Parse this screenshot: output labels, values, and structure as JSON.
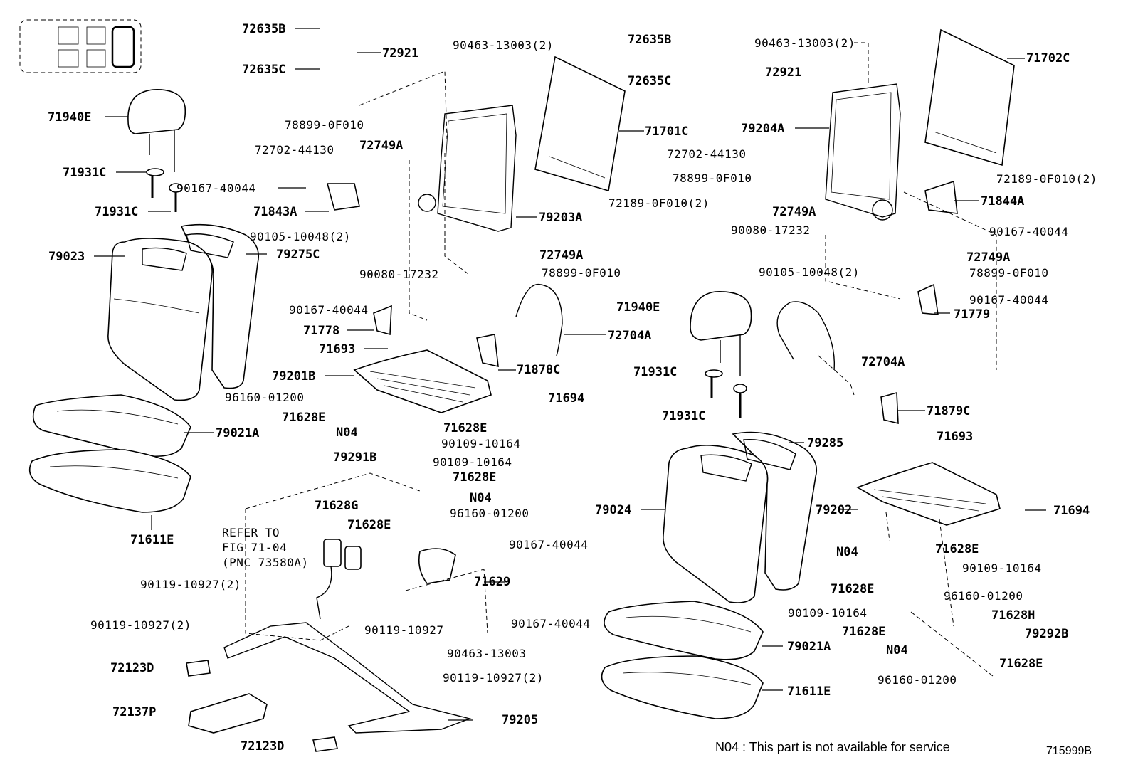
{
  "diagram": {
    "callouts": [
      {
        "id": "c1",
        "text": "72635B"
      },
      {
        "id": "c2",
        "text": "72921"
      },
      {
        "id": "c3",
        "text": "72635C"
      },
      {
        "id": "c4",
        "text": "90463-13003(2)"
      },
      {
        "id": "c5",
        "text": "71940E"
      },
      {
        "id": "c6",
        "text": "78899-0F010"
      },
      {
        "id": "c7",
        "text": "72702-44130"
      },
      {
        "id": "c8",
        "text": "72749A"
      },
      {
        "id": "c9",
        "text": "71701C"
      },
      {
        "id": "c10",
        "text": "71931C"
      },
      {
        "id": "c11",
        "text": "90167-40044"
      },
      {
        "id": "c12",
        "text": "71843A"
      },
      {
        "id": "c13",
        "text": "71931C"
      },
      {
        "id": "c14",
        "text": "72189-0F010(2)"
      },
      {
        "id": "c15",
        "text": "79203A"
      },
      {
        "id": "c16",
        "text": "90105-10048(2)"
      },
      {
        "id": "c17",
        "text": "79023"
      },
      {
        "id": "c18",
        "text": "79275C"
      },
      {
        "id": "c19",
        "text": "72749A"
      },
      {
        "id": "c20",
        "text": "78899-0F010"
      },
      {
        "id": "c21",
        "text": "90080-17232"
      },
      {
        "id": "c22",
        "text": "90167-40044"
      },
      {
        "id": "c23",
        "text": "71778"
      },
      {
        "id": "c24",
        "text": "72704A"
      },
      {
        "id": "c25",
        "text": "71693"
      },
      {
        "id": "c26",
        "text": "79201B"
      },
      {
        "id": "c27",
        "text": "71878C"
      },
      {
        "id": "c28",
        "text": "96160-01200"
      },
      {
        "id": "c29",
        "text": "71694"
      },
      {
        "id": "c30",
        "text": "71628E"
      },
      {
        "id": "c31",
        "text": "N04"
      },
      {
        "id": "c32",
        "text": "71628E"
      },
      {
        "id": "c33",
        "text": "79021A"
      },
      {
        "id": "c34",
        "text": "90109-10164"
      },
      {
        "id": "c35",
        "text": "79291B"
      },
      {
        "id": "c36",
        "text": "90109-10164"
      },
      {
        "id": "c37",
        "text": "71628E"
      },
      {
        "id": "c38",
        "text": "N04"
      },
      {
        "id": "c39",
        "text": "71628G"
      },
      {
        "id": "c40",
        "text": "96160-01200"
      },
      {
        "id": "c41",
        "text": "71628E"
      },
      {
        "id": "c42",
        "text": "71611E"
      },
      {
        "id": "c43",
        "text": "90167-40044"
      },
      {
        "id": "c44",
        "text": "90119-10927(2)"
      },
      {
        "id": "c45",
        "text": "71629"
      },
      {
        "id": "c46",
        "text": "90119-10927(2)"
      },
      {
        "id": "c47",
        "text": "90167-40044"
      },
      {
        "id": "c48",
        "text": "90119-10927"
      },
      {
        "id": "c49",
        "text": "72123D"
      },
      {
        "id": "c50",
        "text": "90463-13003"
      },
      {
        "id": "c51",
        "text": "90119-10927(2)"
      },
      {
        "id": "c52",
        "text": "72137P"
      },
      {
        "id": "c53",
        "text": "79205"
      },
      {
        "id": "c54",
        "text": "72123D"
      },
      {
        "id": "c55",
        "text": "72635B"
      },
      {
        "id": "c56",
        "text": "90463-13003(2)"
      },
      {
        "id": "c57",
        "text": "71702C"
      },
      {
        "id": "c58",
        "text": "72921"
      },
      {
        "id": "c59",
        "text": "72635C"
      },
      {
        "id": "c60",
        "text": "79204A"
      },
      {
        "id": "c61",
        "text": "72702-44130"
      },
      {
        "id": "c62",
        "text": "78899-0F010"
      },
      {
        "id": "c63",
        "text": "72189-0F010(2)"
      },
      {
        "id": "c64",
        "text": "72749A"
      },
      {
        "id": "c65",
        "text": "71844A"
      },
      {
        "id": "c66",
        "text": "90080-17232"
      },
      {
        "id": "c67",
        "text": "90167-40044"
      },
      {
        "id": "c68",
        "text": "72749A"
      },
      {
        "id": "c69",
        "text": "90105-10048(2)"
      },
      {
        "id": "c70",
        "text": "78899-0F010"
      },
      {
        "id": "c71",
        "text": "90167-40044"
      },
      {
        "id": "c72",
        "text": "71940E"
      },
      {
        "id": "c73",
        "text": "71779"
      },
      {
        "id": "c74",
        "text": "72704A"
      },
      {
        "id": "c75",
        "text": "71931C"
      },
      {
        "id": "c76",
        "text": "71879C"
      },
      {
        "id": "c77",
        "text": "71931C"
      },
      {
        "id": "c78",
        "text": "71693"
      },
      {
        "id": "c79",
        "text": "79285"
      },
      {
        "id": "c80",
        "text": "79024"
      },
      {
        "id": "c81",
        "text": "79202"
      },
      {
        "id": "c82",
        "text": "71694"
      },
      {
        "id": "c83",
        "text": "N04"
      },
      {
        "id": "c84",
        "text": "71628E"
      },
      {
        "id": "c85",
        "text": "90109-10164"
      },
      {
        "id": "c86",
        "text": "71628E"
      },
      {
        "id": "c87",
        "text": "96160-01200"
      },
      {
        "id": "c88",
        "text": "90109-10164"
      },
      {
        "id": "c89",
        "text": "71628H"
      },
      {
        "id": "c90",
        "text": "71628E"
      },
      {
        "id": "c91",
        "text": "79292B"
      },
      {
        "id": "c92",
        "text": "79021A"
      },
      {
        "id": "c93",
        "text": "N04"
      },
      {
        "id": "c94",
        "text": "71628E"
      },
      {
        "id": "c95",
        "text": "96160-01200"
      },
      {
        "id": "c96",
        "text": "71611E"
      }
    ],
    "refer_note": [
      "REFER TO",
      "FIG 71-04",
      "(PNC 73580A)"
    ],
    "footnote": "N04 : This part is not available for service",
    "figure_code": "715999B"
  }
}
